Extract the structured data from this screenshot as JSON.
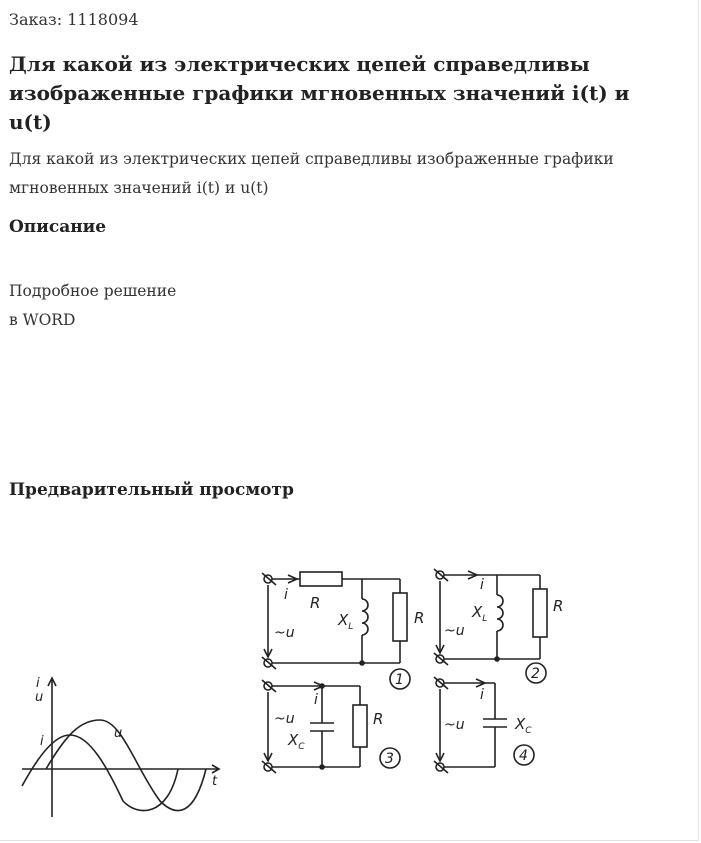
{
  "order": {
    "text": "Заказ: 1118094"
  },
  "title": "Для какой из электрических цепей справедливы изображенные графики мгновенных значений i(t) и u(t)",
  "subtitle": "Для какой из электрических цепей справедливы изображенные графики мгновенных значений i(t) и u(t)",
  "description": {
    "heading": "Описание",
    "lines": [
      "Подробное решение",
      "в WORD"
    ]
  },
  "preview": {
    "heading": "Предварительный просмотр",
    "figure": {
      "graph_labels": {
        "axis_y_top": "i",
        "axis_y_bottom": "u",
        "axis_x": "t",
        "curve_i": "i",
        "curve_u": "u"
      },
      "circuits": [
        {
          "number": "1",
          "labels": {
            "current": "i",
            "source": "~u",
            "resistor_series": "R",
            "inductor": "X",
            "inductor_sub": "L",
            "resistor_parallel": "R"
          }
        },
        {
          "number": "2",
          "labels": {
            "current": "i",
            "source": "~u",
            "inductor": "X",
            "inductor_sub": "L",
            "resistor_parallel": "R"
          }
        },
        {
          "number": "3",
          "labels": {
            "current": "i",
            "source": "~u",
            "capacitor": "X",
            "capacitor_sub": "C",
            "resistor_parallel": "R"
          }
        },
        {
          "number": "4",
          "labels": {
            "current": "i",
            "source": "~u",
            "capacitor": "X",
            "capacitor_sub": "C"
          }
        }
      ]
    }
  }
}
